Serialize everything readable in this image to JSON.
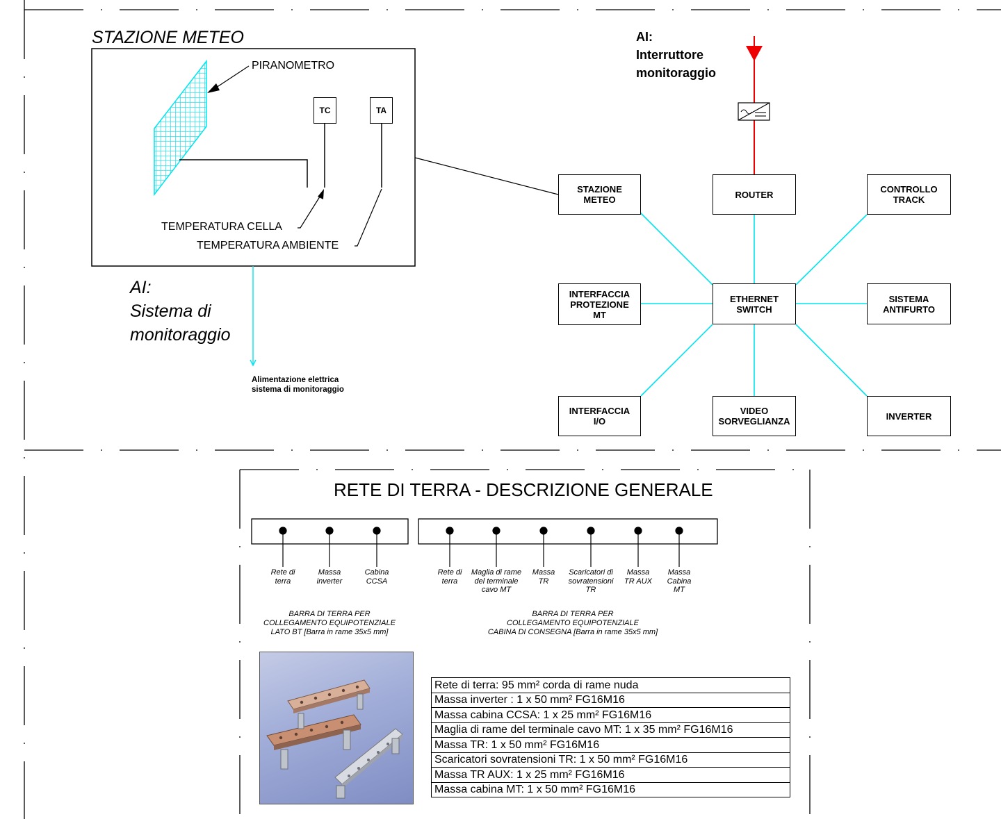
{
  "weather_station": {
    "title": "STAZIONE METEO",
    "pyranometer_label": "PIRANOMETRO",
    "tc_label": "TC",
    "ta_label": "TA",
    "cell_temp_label": "TEMPERATURA CELLA",
    "ambient_temp_label": "TEMPERATURA AMBIENTE"
  },
  "monitoring_note": {
    "line1": "AI:",
    "line2": "Sistema di",
    "line3": "monitoraggio"
  },
  "power_note": "Alimentazione elettrica\nsistema di monitoraggio",
  "switch_note": {
    "line1": "AI:",
    "line2": "Interruttore",
    "line3": "monitoraggio"
  },
  "network": {
    "router": "ROUTER",
    "switch": "ETHERNET\nSWITCH",
    "stazione_meteo": "STAZIONE\nMETEO",
    "controllo_track": "CONTROLLO\nTRACK",
    "interfaccia_protezione": "INTERFACCIA\nPROTEZIONE\nMT",
    "sistema_antifurto": "SISTEMA\nANTIFURTO",
    "interfaccia_io": "INTERFACCIA\nI/O",
    "video_sorveglianza": "VIDEO\nSORVEGLIANZA",
    "inverter": "INVERTER"
  },
  "grounding": {
    "title": "RETE DI TERRA - DESCRIZIONE GENERALE",
    "bar_bt_labels": [
      "Rete di\nterra",
      "Massa\ninverter",
      "Cabina\nCCSA"
    ],
    "bar_mt_labels": [
      "Rete di\nterra",
      "Maglia di rame\ndel terminale\ncavo MT",
      "Massa\nTR",
      "Scaricatori di\nsovratensioni\nTR",
      "Massa\nTR AUX",
      "Massa\nCabina\nMT"
    ],
    "bar_bt_caption": "BARRA DI TERRA PER\nCOLLEGAMENTO EQUIPOTENZIALE\nLATO BT [Barra in rame 35x5 mm]",
    "bar_mt_caption": "BARRA DI TERRA PER\nCOLLEGAMENTO EQUIPOTENZIALE\nCABINA DI CONSEGNA [Barra in rame 35x5 mm]",
    "spec_rows": [
      "Rete di terra: 95 mm² corda di rame nuda",
      "Massa inverter : 1 x 50 mm² FG16M16",
      "Massa cabina CCSA: 1 x 25 mm² FG16M16",
      "Maglia di rame del terminale cavo MT: 1 x 35 mm² FG16M16",
      "Massa TR: 1 x 50 mm² FG16M16",
      "Scaricatori sovratensioni TR: 1 x 50 mm² FG16M16",
      "Massa TR AUX: 1 x 25 mm² FG16M16",
      "Massa cabina MT: 1 x 50 mm² FG16M16"
    ]
  },
  "colors": {
    "network_link": "#00e5ee",
    "power_feed": "#ee0000",
    "pyranometer": "#00e5ee"
  }
}
